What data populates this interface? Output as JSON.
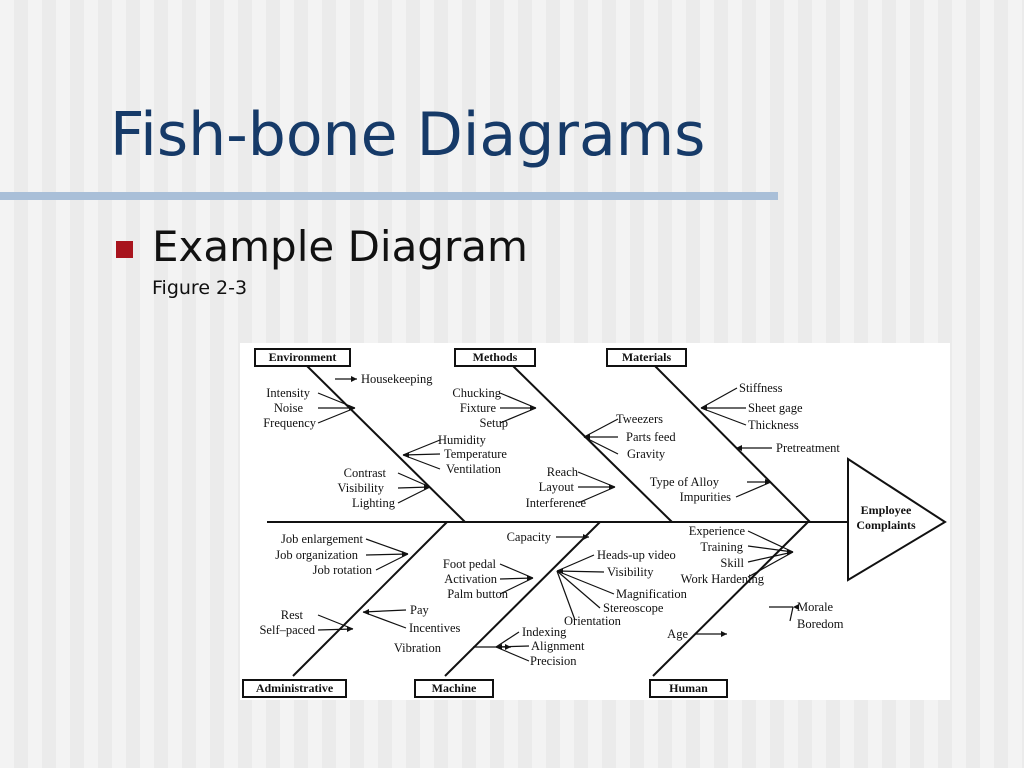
{
  "slide": {
    "title": "Fish-bone Diagrams",
    "bullet": "Example Diagram",
    "sub": "Figure 2-3",
    "colors": {
      "title": "#163a68",
      "bullet": "#a8141d",
      "rule": "#a9bfd8"
    }
  },
  "diagram": {
    "effect_line1": "Employee",
    "effect_line2": "Complaints",
    "categories": {
      "environment": "Environment",
      "methods": "Methods",
      "materials": "Materials",
      "administrative": "Administrative",
      "machine": "Machine",
      "human": "Human"
    },
    "environment": {
      "housekeeping": "Housekeeping",
      "intensity": "Intensity",
      "noise": "Noise",
      "frequency": "Frequency",
      "humidity": "Humidity",
      "temperature": "Temperature",
      "ventilation": "Ventilation",
      "contrast": "Contrast",
      "visibility": "Visibility",
      "lighting": "Lighting"
    },
    "methods": {
      "chucking": "Chucking",
      "fixture": "Fixture",
      "setup": "Setup",
      "tweezers": "Tweezers",
      "parts_feed": "Parts feed",
      "gravity": "Gravity",
      "reach": "Reach",
      "layout": "Layout",
      "interference": "Interference"
    },
    "materials": {
      "stiffness": "Stiffness",
      "sheet_gage": "Sheet gage",
      "thickness": "Thickness",
      "pretreatment": "Pretreatment",
      "type_of_alloy": "Type of Alloy",
      "impurities": "Impurities"
    },
    "administrative": {
      "job_enlargement": "Job enlargement",
      "job_organization": "Job organization",
      "job_rotation": "Job rotation",
      "rest": "Rest",
      "self_paced": "Self–paced",
      "pay": "Pay",
      "incentives": "Incentives"
    },
    "machine": {
      "capacity": "Capacity",
      "foot_pedal": "Foot pedal",
      "activation": "Activation",
      "palm_button": "Palm button",
      "heads_up_video": "Heads-up video",
      "visibility": "Visibility",
      "magnification": "Magnification",
      "stereoscope": "Stereoscope",
      "orientation": "Orientation",
      "vibration": "Vibration",
      "indexing": "Indexing",
      "alignment": "Alignment",
      "precision": "Precision"
    },
    "human": {
      "experience": "Experience",
      "training": "Training",
      "skill": "Skill",
      "work_hardening": "Work Hardening",
      "morale": "Morale",
      "boredom": "Boredom",
      "age": "Age"
    }
  }
}
